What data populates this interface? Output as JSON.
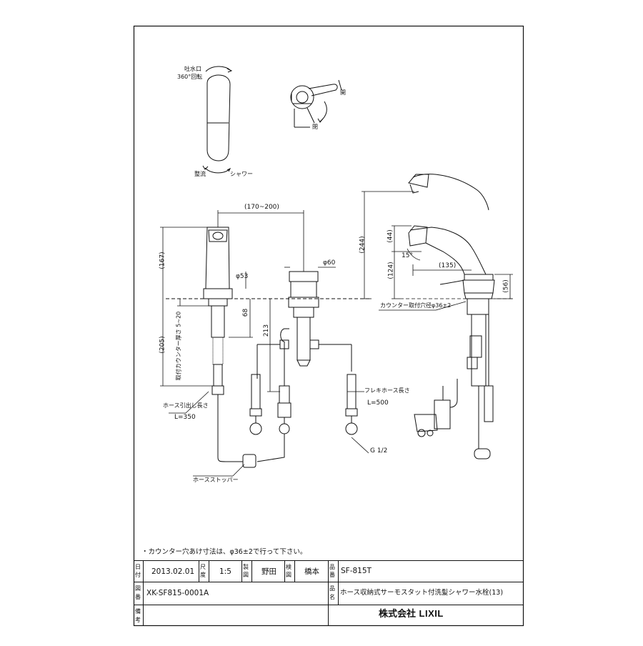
{
  "drawing": {
    "top_view": {
      "spout_label": "吐水口",
      "rotation_label": "360°回転",
      "mode_left": "整流",
      "mode_right": "シャワー",
      "lever_open": "開",
      "lever_close": "閉"
    },
    "front_view": {
      "dim_reach": "(170~200)",
      "dim_height": "(167)",
      "dim_dia53": "φ53",
      "dim_68": "68",
      "dim_205": "(205)",
      "counter_thickness": "取付カウンター厚さ 5~20",
      "dim_213": "213",
      "dim_dia60": "φ60",
      "hose_pull_label": "ホース引出し長さ",
      "hose_pull_length": "L=350",
      "flex_hose_label": "フレキホース長さ",
      "flex_hose_length": "L=500",
      "thread": "G 1/2",
      "hose_stopper": "ホースストッパー"
    },
    "side_view": {
      "dim_244": "(244)",
      "dim_44": "(44)",
      "angle_15": "15°",
      "dim_124": "(124)",
      "dim_135": "(135)",
      "dim_56": "(56)",
      "counter_hole": "カウンター取付穴径φ36±2"
    }
  },
  "note": "・カウンター穴あけ寸法は、φ36±2で行って下さい。",
  "title_block": {
    "date_label": "日付",
    "date": "2013.02.01",
    "scale_label": "尺度",
    "scale": "1:5",
    "drawn_label": "製図",
    "drawn_by": "野田",
    "checked_label": "検図",
    "checked_by": "橋本",
    "part_no_label": "品番",
    "part_no": "SF-815T",
    "drawing_no_label": "図番",
    "drawing_no": "XK-SF815-0001A",
    "product_name_label": "品名",
    "product_name": "ホース収納式サーモスタット付洗髪シャワー水栓(13)",
    "remarks_label": "備考",
    "company": "株式会社",
    "brand": "LIXIL"
  }
}
